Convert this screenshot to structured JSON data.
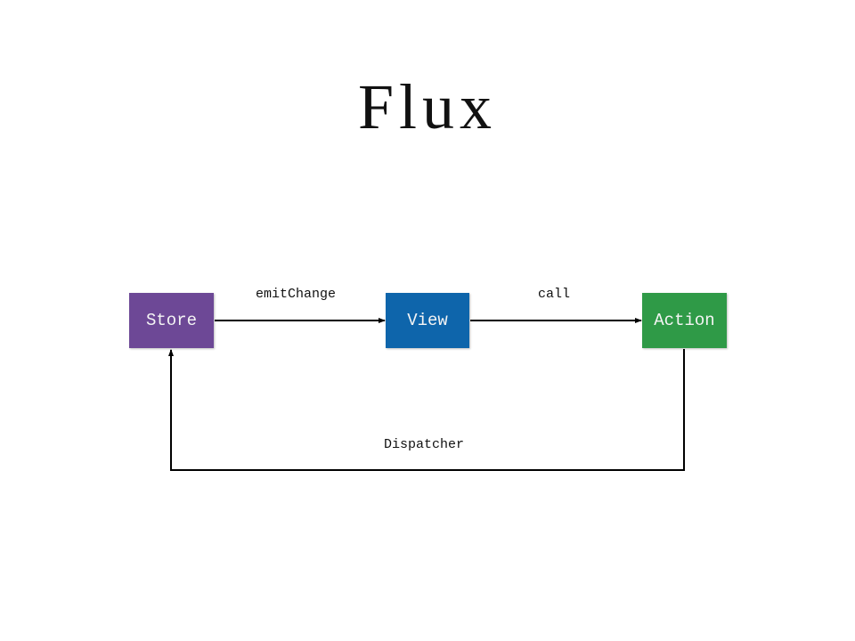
{
  "title": "Flux",
  "nodes": {
    "store": {
      "label": "Store",
      "color": "#6d4896"
    },
    "view": {
      "label": "View",
      "color": "#0e65ab"
    },
    "action": {
      "label": "Action",
      "color": "#2f9a47"
    }
  },
  "edges": [
    {
      "from": "Store",
      "to": "View",
      "label": "emitChange"
    },
    {
      "from": "View",
      "to": "Action",
      "label": "call"
    },
    {
      "from": "Action",
      "to": "Store",
      "label": "Dispatcher"
    }
  ]
}
